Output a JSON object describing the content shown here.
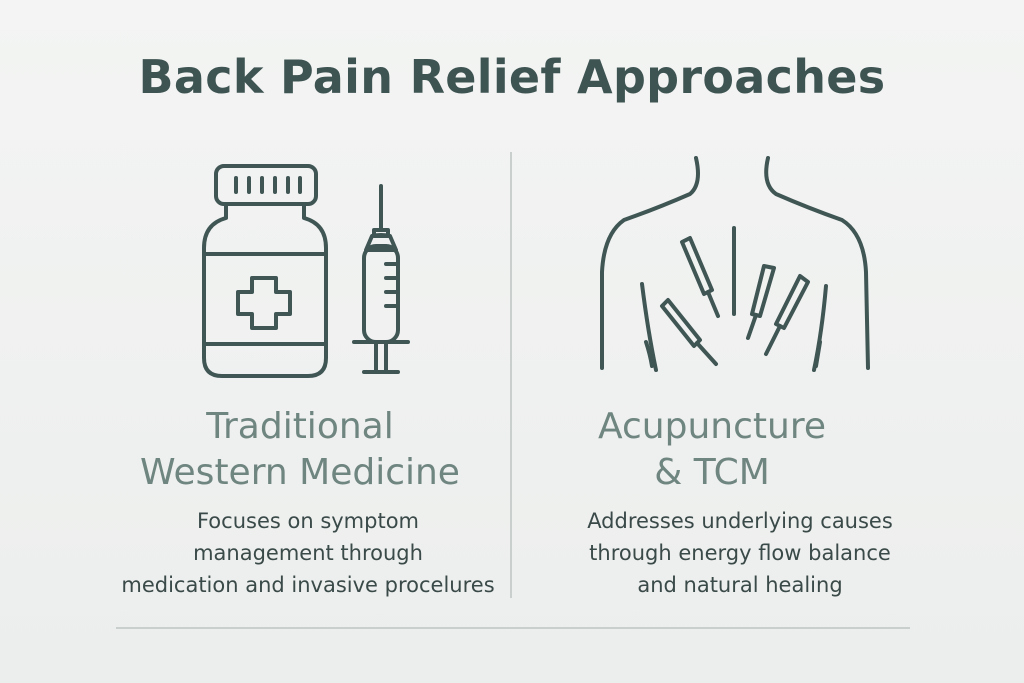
{
  "title": "Back Pain Relief Approaches",
  "left": {
    "heading_lines": [
      "Traditional",
      "Western Medicine"
    ],
    "description_lines": [
      "Focuses on symptom",
      "management through",
      "medication and invasive procelures"
    ],
    "icons": [
      "medicine-bottle-icon",
      "syringe-icon"
    ]
  },
  "right": {
    "heading_lines": [
      "Acupuncture",
      "& TCM"
    ],
    "description_lines": [
      "Addresses underlying causes",
      "through energy flow balance",
      "and natural healing"
    ],
    "icons": [
      "back-with-acupuncture-needles-icon"
    ]
  },
  "colors": {
    "text_dark": "#3e5452",
    "heading": "#6f8580",
    "icon_stroke": "#3f5654",
    "divider": "#c9cfcd"
  }
}
